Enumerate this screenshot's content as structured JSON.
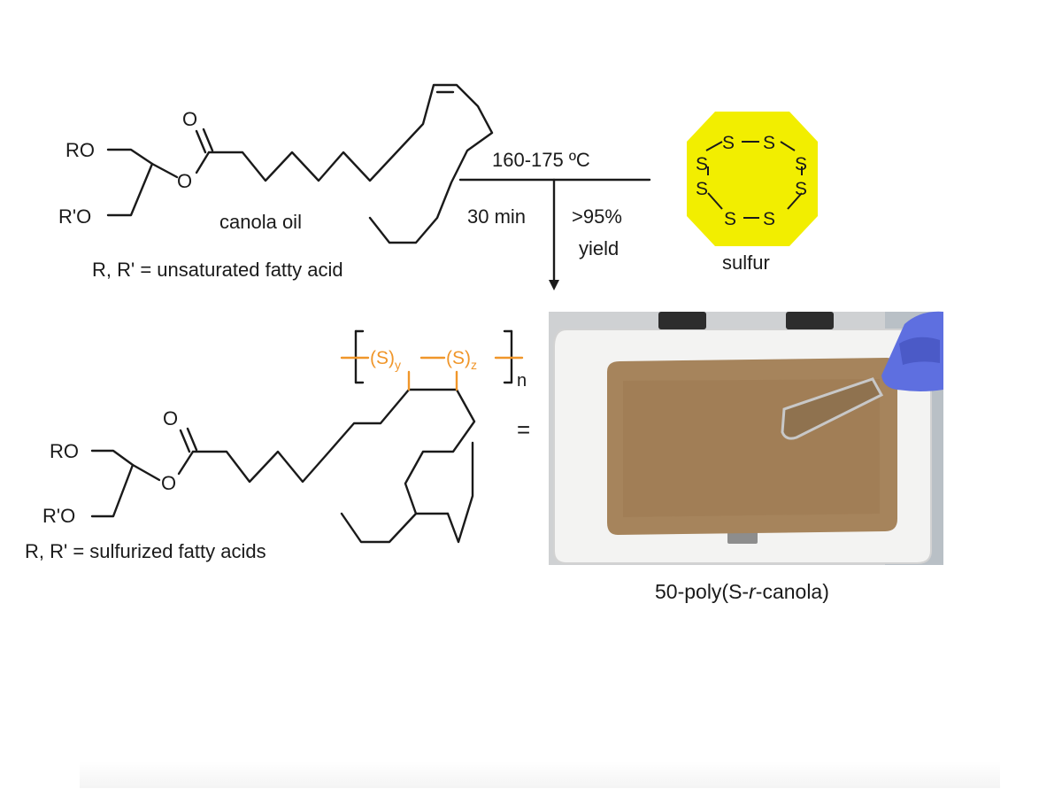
{
  "reactant": {
    "ro_label": "RO",
    "rpo_label": "R'O",
    "o_ester": "O",
    "o_carbonyl": "O",
    "name": "canola oil",
    "note": "R, R' = unsaturated fatty acid"
  },
  "conditions": {
    "temperature": "160-175 ºC",
    "time": "30 min",
    "yield_value": ">95%",
    "yield_word": "yield"
  },
  "sulfur": {
    "atom": "S",
    "name": "sulfur",
    "color": "#f2ee00"
  },
  "product": {
    "ro_label": "RO",
    "rpo_label": "R'O",
    "o_ester": "O",
    "o_carbonyl": "O",
    "note": "R, R' = sulfurized fatty acids",
    "sy_label": "(S)",
    "sy_sub": "y",
    "sz_label": "(S)",
    "sz_sub": "z",
    "n_label": "n",
    "equals": "=",
    "accent_color": "#f0962a"
  },
  "photo": {
    "caption_prefix": "50-poly(S-",
    "caption_italic": "r",
    "caption_suffix": "-canola)"
  }
}
